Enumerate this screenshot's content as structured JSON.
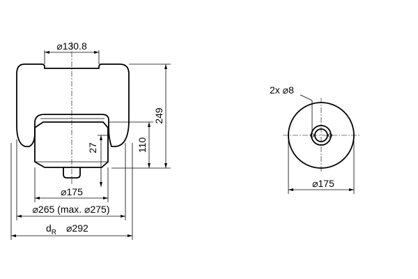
{
  "dimensions": {
    "top_diameter": "⌀130.8",
    "height_overall": "249",
    "height_piston": "110",
    "offset": "27",
    "piston_diameter": "⌀175",
    "bellows_diameter": "⌀265 (max. ⌀275)",
    "dr_label": "d",
    "dr_subscript": "R",
    "dr_value": "⌀292",
    "holes": "2x  ⌀8",
    "plan_diameter": "⌀175"
  }
}
